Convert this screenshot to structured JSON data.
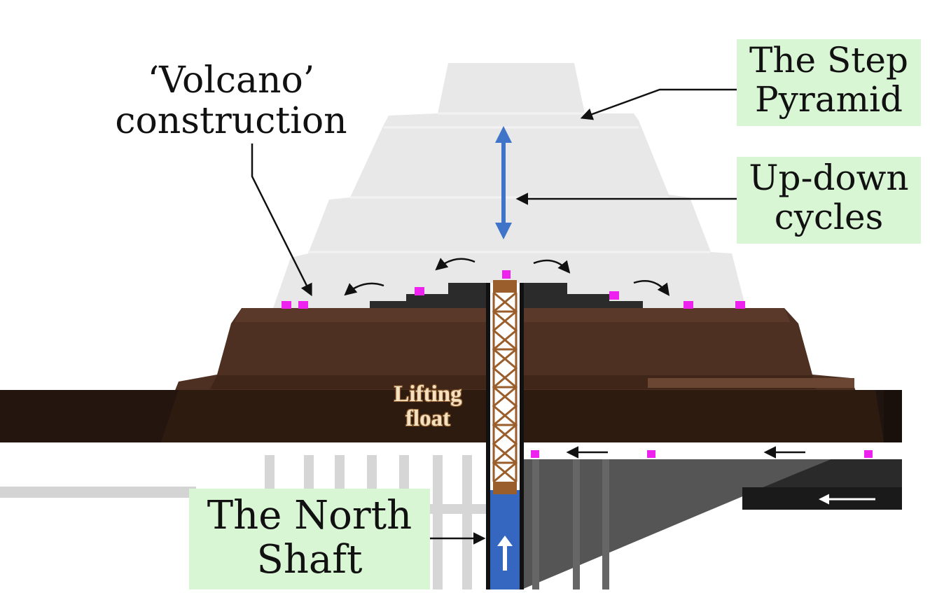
{
  "labels": {
    "volcano": "‘Volcano’\nconstruction",
    "step_pyramid": "The Step\nPyramid",
    "up_down": "Up-down\ncycles",
    "lifting_float": "Lifting\nfloat",
    "north_shaft": "The North\nShaft"
  },
  "colors": {
    "pyramid": "#e8e8e8",
    "earth_dark": "#3a2417",
    "earth": "#4d3021",
    "label_bg": "#d8f5d4",
    "marker": "#ee22ee",
    "shaft_water": "#3566c0",
    "lift_frame": "#9a5e2c",
    "arrow_blue": "#3f74c9"
  },
  "icons": [
    "up-down-arrow-icon",
    "curved-arrow-icon",
    "left-arrow-icon",
    "up-arrow-icon"
  ]
}
